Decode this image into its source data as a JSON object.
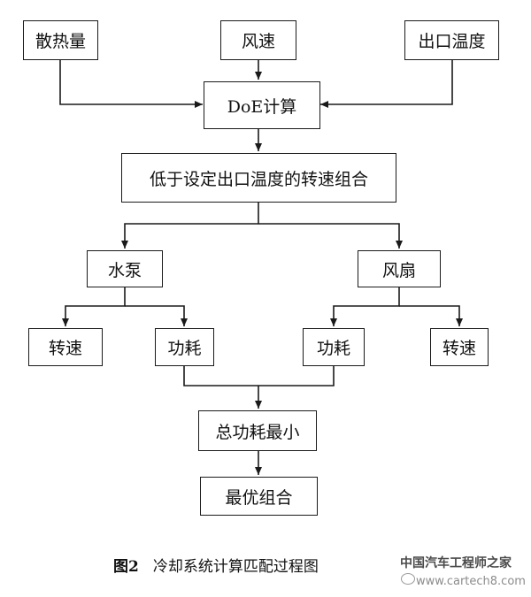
{
  "nodes": {
    "heat_dissipation": "散热量",
    "wind_speed": "风速",
    "outlet_temp": "出口温度",
    "doe": "DoE计算",
    "combo": "低于设定出口温度的转速组合",
    "pump": "水泵",
    "fan": "风扇",
    "pump_speed": "转速",
    "pump_power": "功耗",
    "fan_power": "功耗",
    "fan_speed": "转速",
    "min_total_power": "总功耗最小",
    "optimal": "最优组合"
  },
  "caption": {
    "number": "图2",
    "title": "冷却系统计算匹配过程图"
  },
  "watermark": {
    "logo": "中国汽车工程师之家",
    "url": "www.cartech8.com"
  }
}
